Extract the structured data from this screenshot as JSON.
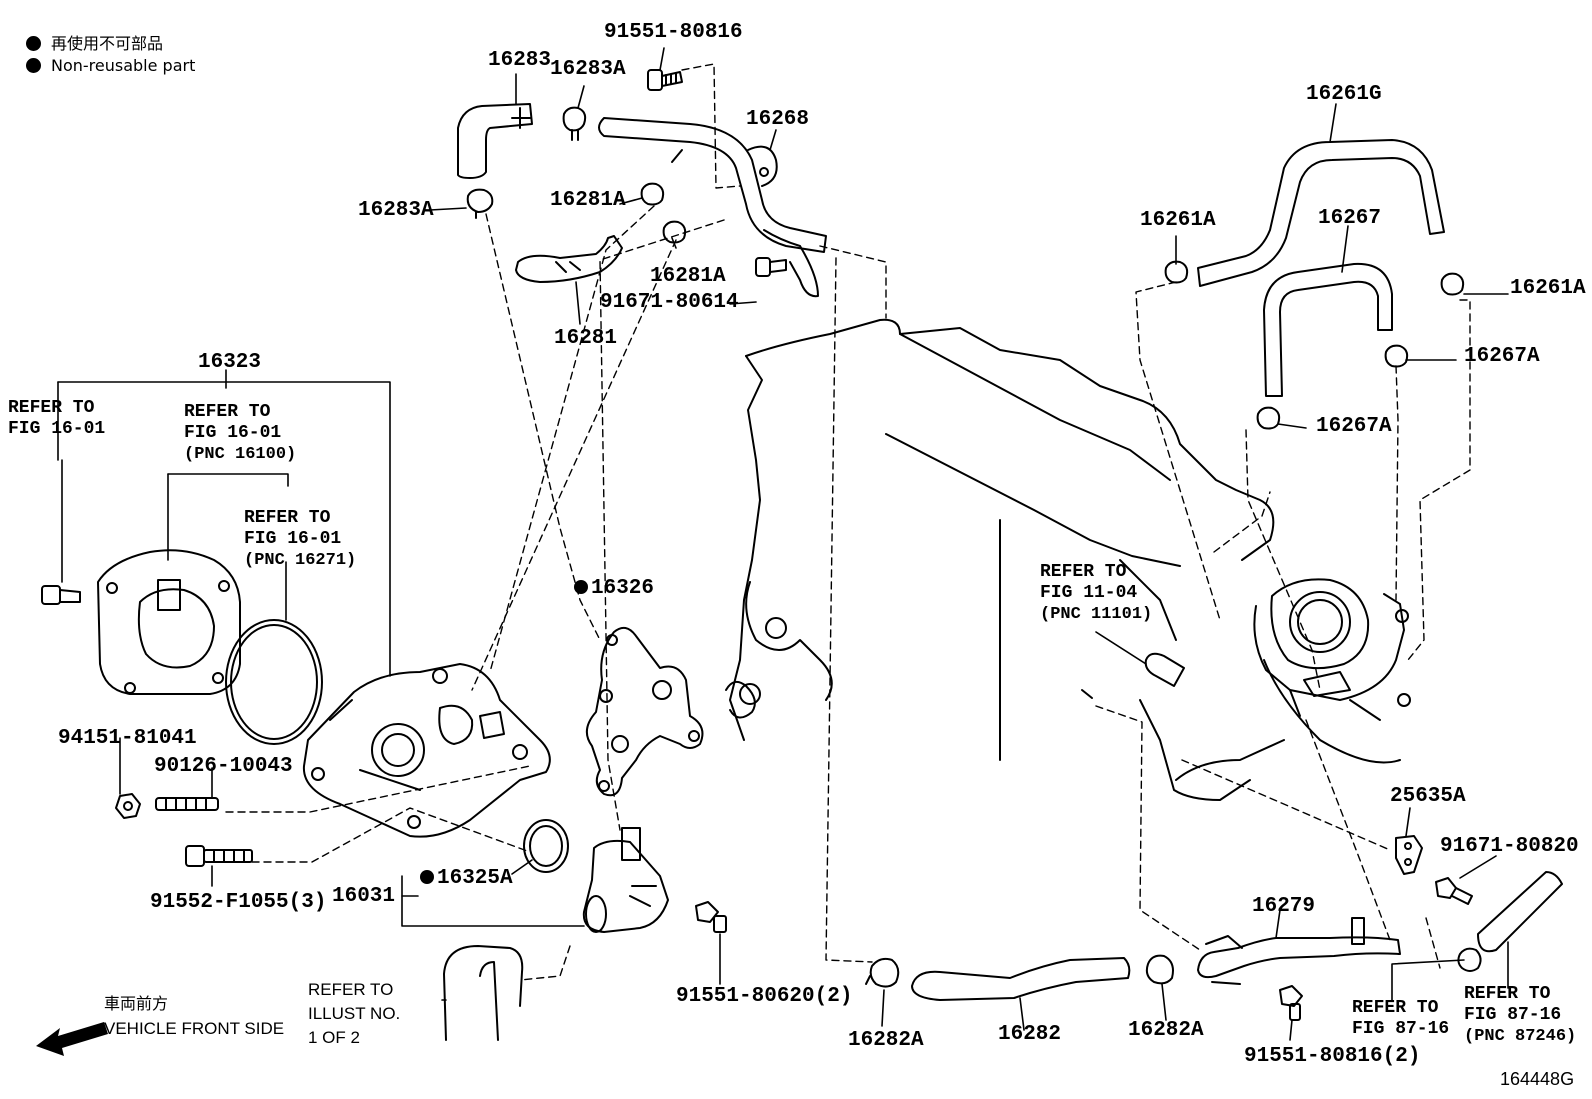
{
  "legend": {
    "symbol_jp": "再使用不可部品",
    "symbol_en": "Non-reusable part"
  },
  "parts": {
    "p91551_80816_top": "91551-80816",
    "p16283": "16283",
    "p16283A_top": "16283A",
    "p16268": "16268",
    "p16283A_left": "16283A",
    "p16281A_upper": "16281A",
    "p16281A_lower": "16281A",
    "p91671_80614": "91671-80614",
    "p16281": "16281",
    "p16261G": "16261G",
    "p16261A_left": "16261A",
    "p16267": "16267",
    "p16261A_right": "16261A",
    "p16267A_right": "16267A",
    "p16267A_left": "16267A",
    "p16323": "16323",
    "p16326": "16326",
    "p94151_81041": "94151-81041",
    "p90126_10043": "90126-10043",
    "p16325A": "16325A",
    "p16031": "16031",
    "p91552_F1055": "91552-F1055(3)",
    "p91551_80620": "91551-80620(2)",
    "p25635A": "25635A",
    "p91671_80820": "91671-80820",
    "p16279": "16279",
    "p16282A_left": "16282A",
    "p16282": "16282",
    "p16282A_right": "16282A",
    "p91551_80816_bottom": "91551-80816(2)"
  },
  "refs": {
    "ref1_l1": "REFER TO",
    "ref1_l2": "FIG 16-01",
    "ref2_l1": "REFER TO",
    "ref2_l2": "FIG 16-01",
    "ref2_l3": "(PNC 16100)",
    "ref3_l1": "REFER TO",
    "ref3_l2": "FIG 16-01",
    "ref3_l3": "(PNC 16271)",
    "ref4_l1": "REFER TO",
    "ref4_l2": "FIG 11-04",
    "ref4_l3": "(PNC 11101)",
    "ref5_l1": "REFER TO",
    "ref5_l2": "ILLUST NO.",
    "ref5_l3": "1 OF 2",
    "ref6_l1": "REFER TO",
    "ref6_l2": "FIG 87-16",
    "ref7_l1": "REFER TO",
    "ref7_l2": "FIG 87-16",
    "ref7_l3": "(PNC 87246)"
  },
  "direction": {
    "jp": "車両前方",
    "en": "VEHICLE FRONT SIDE"
  },
  "illustration_id": "164448G"
}
